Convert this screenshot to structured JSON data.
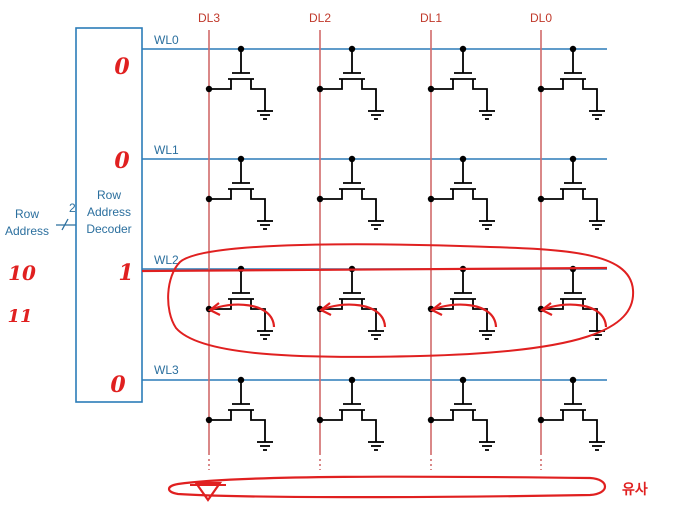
{
  "diagram": {
    "row_address_label": [
      "Row",
      "Address"
    ],
    "bus_width": "2",
    "decoder_label": [
      "Row",
      "Address",
      "Decoder"
    ],
    "word_lines": [
      "WL0",
      "WL1",
      "WL2",
      "WL3"
    ],
    "data_lines": [
      "DL3",
      "DL2",
      "DL1",
      "DL0"
    ],
    "colors": {
      "word_line": "#2b7cb8",
      "data_line": "#c0392b",
      "annotation": "#e02020",
      "cell": "#000000"
    }
  },
  "annotations": {
    "row_values": [
      "0",
      "0",
      "1",
      "0"
    ],
    "address_note": [
      "10",
      "11"
    ],
    "bottom_note": "유사"
  }
}
